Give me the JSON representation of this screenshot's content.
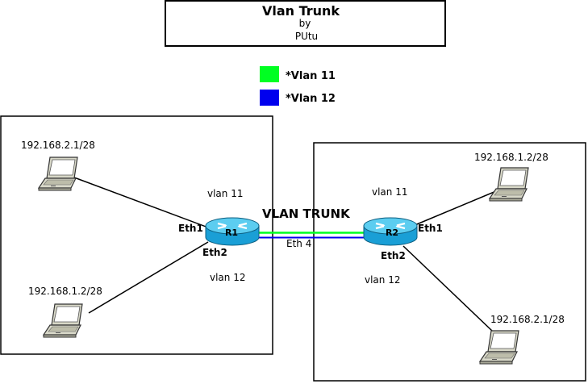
{
  "title": {
    "main": "Vlan Trunk",
    "line2": "by",
    "line3": "PUtu"
  },
  "legend": [
    {
      "label": "*Vlan 11",
      "color": "#00ff22"
    },
    {
      "label": "*Vlan 12",
      "color": "#0000ee"
    }
  ],
  "trunk": {
    "label": "VLAN TRUNK",
    "port": "Eth 4"
  },
  "left_site": {
    "router": "R1",
    "eth1": "Eth1",
    "eth2": "Eth2",
    "vlan_top": "vlan 11",
    "vlan_bottom": "vlan 12",
    "host_top_ip": "192.168.2.1/28",
    "host_bottom_ip": "192.168.1.2/28"
  },
  "right_site": {
    "router": "R2",
    "eth1": "Eth1",
    "eth2": "Eth2",
    "vlan_top": "vlan 11",
    "vlan_bottom": "vlan 12",
    "host_top_ip": "192.168.1.2/28",
    "host_bottom_ip": "192.168.2.1/28"
  },
  "colors": {
    "router_top": "#5ccdf0",
    "router_side": "#1a9fd6",
    "laptop_body": "#d8d8c8",
    "laptop_screen": "#ffffff",
    "vlan11": "#00ff22",
    "vlan12": "#0000ee"
  }
}
